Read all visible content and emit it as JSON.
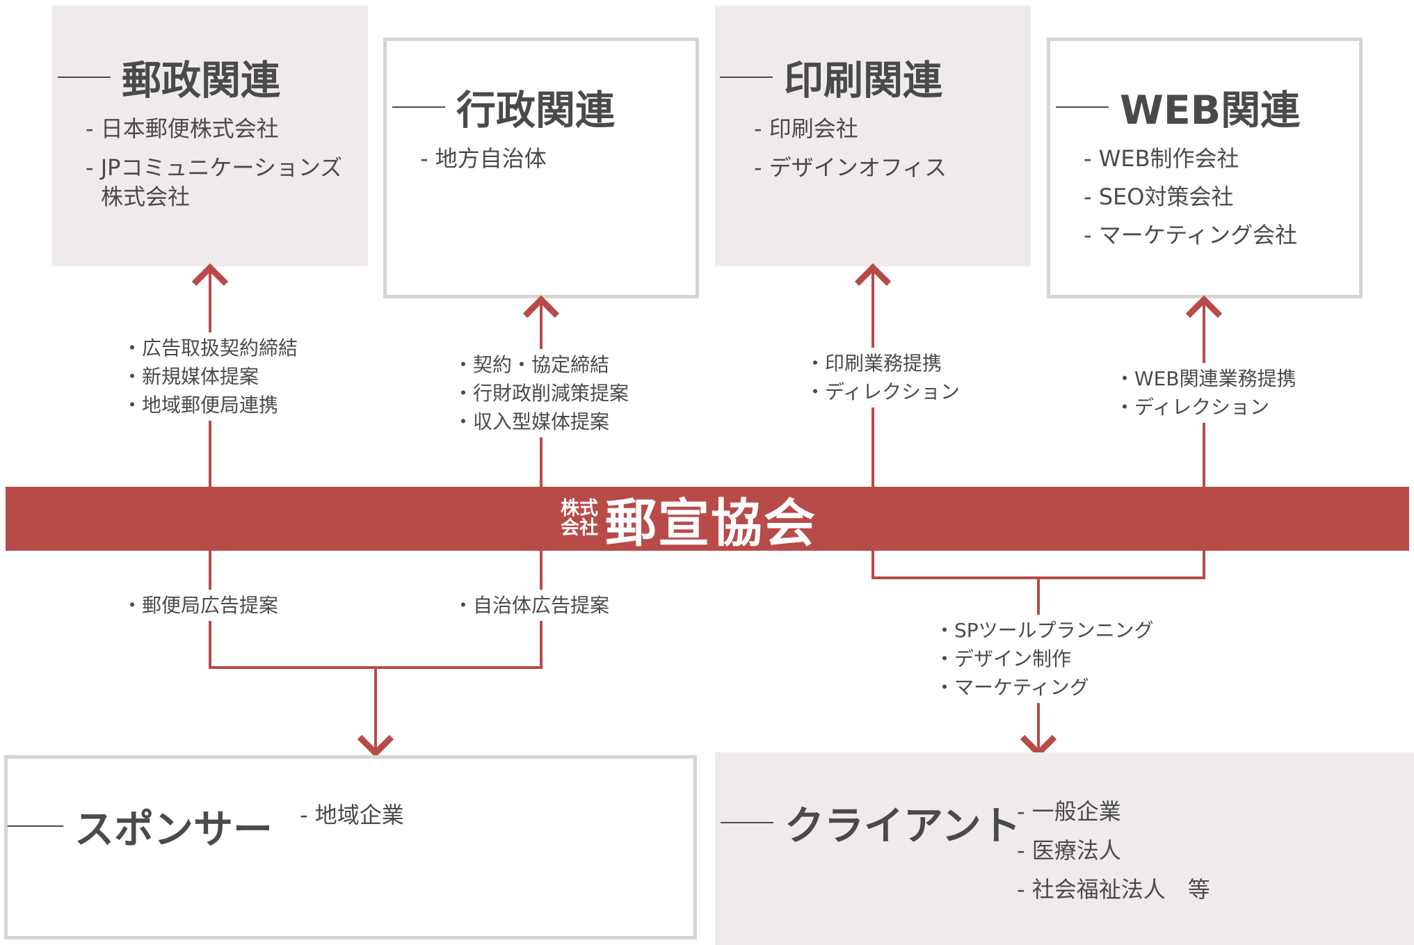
{
  "top_boxes": {
    "postal": {
      "title": "郵政関連",
      "items": [
        "- 日本郵便株式会社",
        "- JPコミュニケーションズ",
        "株式会社"
      ]
    },
    "gov": {
      "title": "行政関連",
      "items": [
        "- 地方自治体"
      ]
    },
    "print": {
      "title": "印刷関連",
      "items": [
        "- 印刷会社",
        "- デザインオフィス"
      ]
    },
    "web": {
      "title": "WEB関連",
      "items": [
        "- WEB制作会社",
        "- SEO対策会社",
        "- マーケティング会社"
      ]
    }
  },
  "connectors": {
    "postal": [
      "・広告取扱契約締結",
      "・新規媒体提案",
      "・地域郵便局連携"
    ],
    "gov": [
      "・契約・協定締結",
      "・行財政削減策提案",
      "・収入型媒体提案"
    ],
    "print": [
      "・印刷業務提携",
      "・ディレクション"
    ],
    "web": [
      "・WEB関連業務提携",
      "・ディレクション"
    ],
    "sponsor_postal": [
      "・郵便局広告提案"
    ],
    "sponsor_gov": [
      "・自治体広告提案"
    ],
    "client": [
      "・SPツールプランニング",
      "・デザイン制作",
      "・マーケティング"
    ]
  },
  "center": {
    "prefix_line1": "株式",
    "prefix_line2": "会社",
    "name": "郵宣協会"
  },
  "bottom_boxes": {
    "sponsor": {
      "title": "スポンサー",
      "items": [
        "- 地域企業"
      ]
    },
    "client": {
      "title": "クライアント",
      "items": [
        "- 一般企業",
        "- 医療法人",
        "- 社会福祉法人　等"
      ]
    }
  },
  "colors": {
    "accent": "#b84a48",
    "box_fill": "#efebea",
    "box_border": "#d9d3d2",
    "text": "#4a4a4a"
  }
}
